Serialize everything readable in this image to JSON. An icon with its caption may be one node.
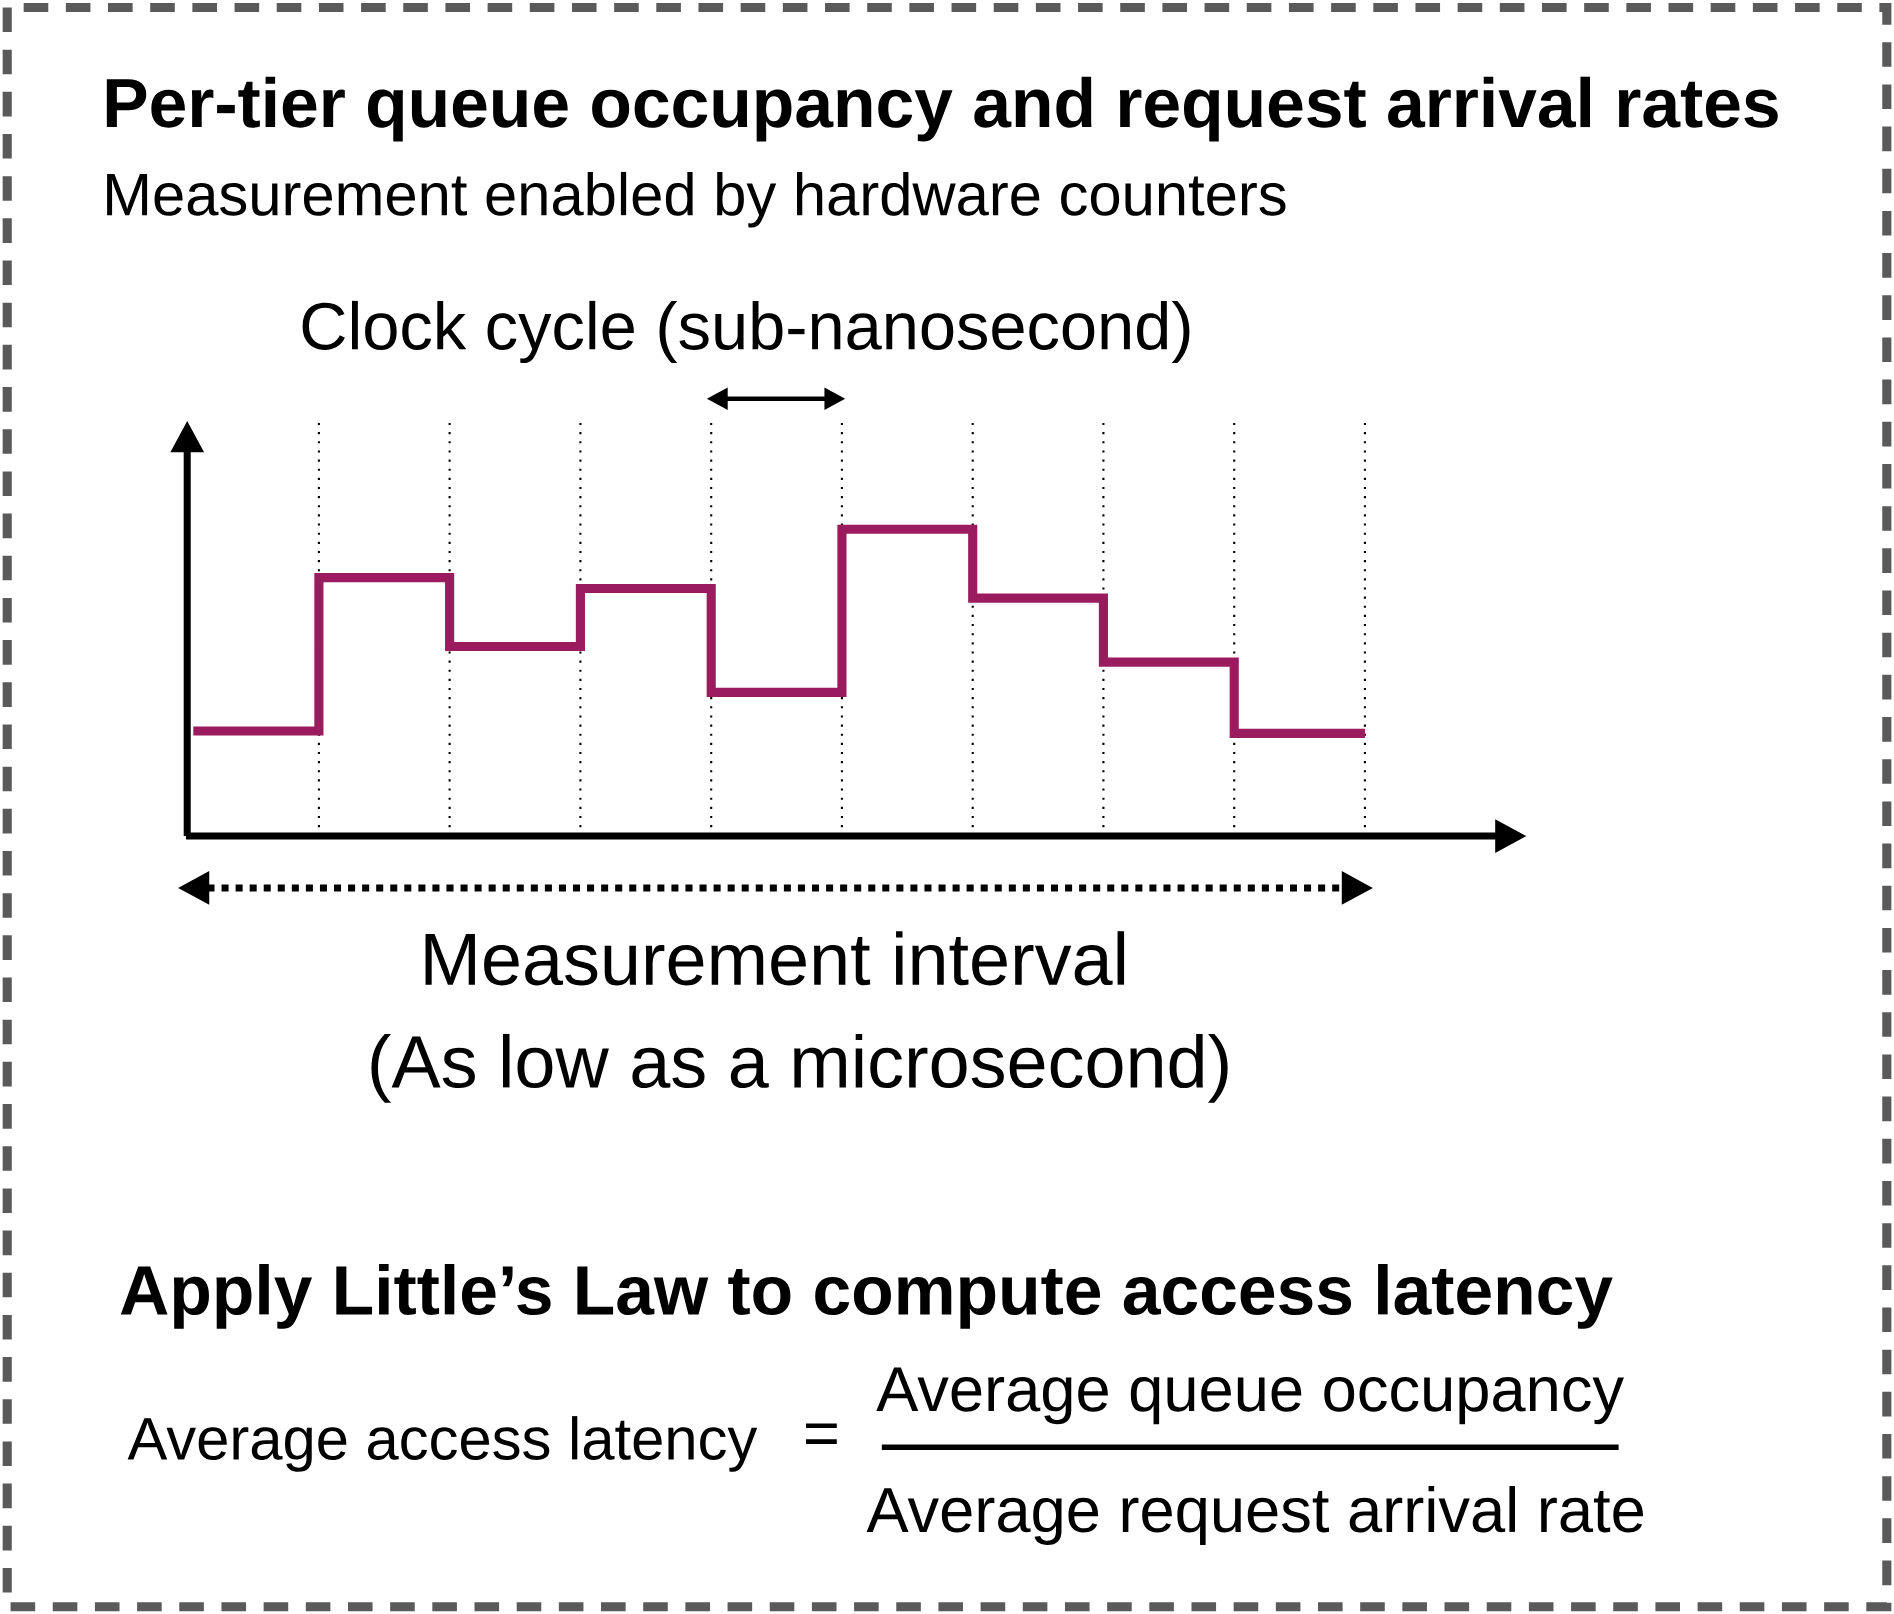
{
  "diagram": {
    "title": "Per-tier queue occupancy and request arrival rates",
    "labels": [
      "Measurement enabled by hardware counters",
      "Clock cycle (sub-nanosecond)",
      "Measurement interval",
      "(As low as a microsecond)",
      "Apply Little’s Law to compute access latency",
      "Average access latency",
      "=",
      "Average queue occupancy",
      "Average request arrival rate"
    ]
  }
}
